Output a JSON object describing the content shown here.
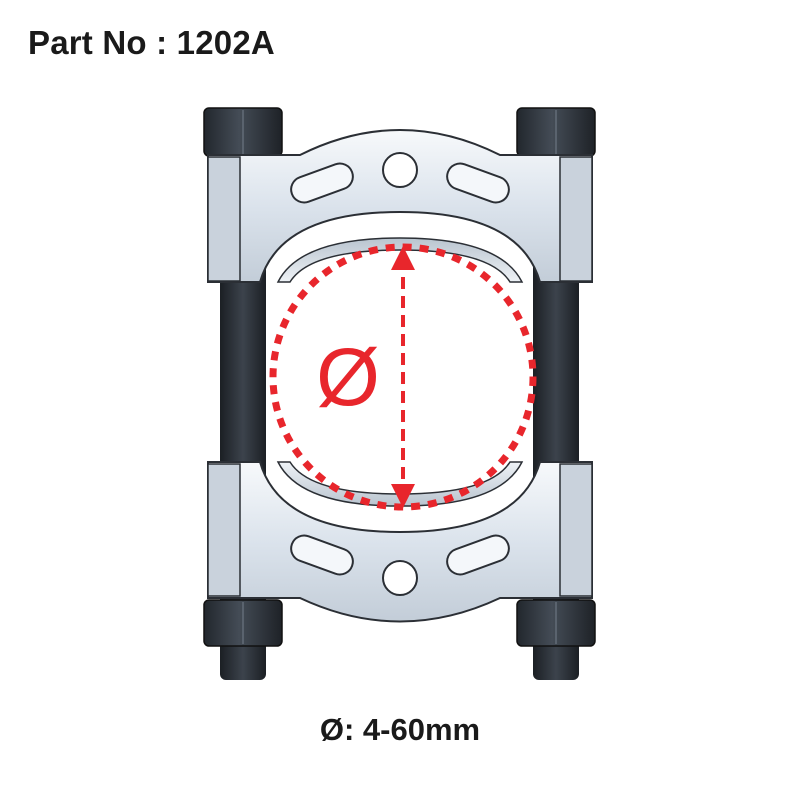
{
  "header": {
    "part_number": "Part No : 1202A"
  },
  "diagram": {
    "diameter_symbol": "Ø",
    "caption": "Ø: 4-60mm",
    "accent_color": "#e8262c",
    "metal_color": "#dfe6ee",
    "bolt_color": "#2a2f36"
  }
}
